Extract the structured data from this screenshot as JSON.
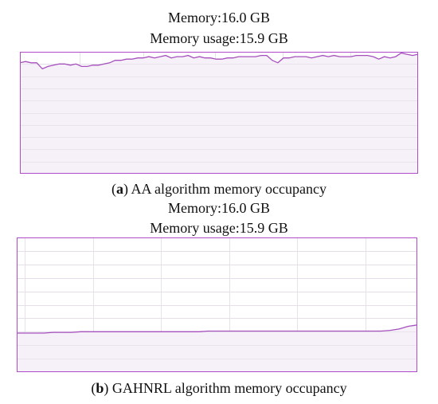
{
  "panels": [
    {
      "memory_text": "Memory:16.0 GB",
      "usage_text": "Memory usage:15.9 GB",
      "caption_label": "a",
      "caption_text": " AA algorithm memory occupancy",
      "frame_color": "#b04cc9",
      "fill_color": "#f6f0f8",
      "line_color": "#a650bd",
      "usage_trace": [
        0.91,
        0.92,
        0.91,
        0.91,
        0.86,
        0.88,
        0.89,
        0.9,
        0.9,
        0.89,
        0.9,
        0.88,
        0.88,
        0.89,
        0.89,
        0.9,
        0.91,
        0.93,
        0.93,
        0.94,
        0.94,
        0.95,
        0.95,
        0.96,
        0.95,
        0.96,
        0.97,
        0.95,
        0.96,
        0.96,
        0.97,
        0.95,
        0.96,
        0.95,
        0.95,
        0.94,
        0.94,
        0.95,
        0.95,
        0.96,
        0.96,
        0.96,
        0.96,
        0.97,
        0.97,
        0.93,
        0.91,
        0.95,
        0.95,
        0.96,
        0.96,
        0.96,
        0.95,
        0.96,
        0.97,
        0.96,
        0.97,
        0.96,
        0.96,
        0.96,
        0.97,
        0.97,
        0.97,
        0.96,
        0.94,
        0.96,
        0.95,
        0.96,
        0.99,
        0.98,
        0.97,
        0.98
      ]
    },
    {
      "memory_text": "Memory:16.0 GB",
      "usage_text": "Memory usage:15.9 GB",
      "caption_label": "b",
      "caption_text": " GAHNRL algorithm memory occupancy",
      "frame_color": "#b04cc9",
      "fill_color": "#f6f0f8",
      "line_color": "#a650bd",
      "usage_trace": [
        0.29,
        0.29,
        0.29,
        0.29,
        0.295,
        0.295,
        0.295,
        0.3,
        0.3,
        0.3,
        0.3,
        0.3,
        0.3,
        0.3,
        0.3,
        0.3,
        0.3,
        0.3,
        0.3,
        0.3,
        0.3,
        0.305,
        0.305,
        0.305,
        0.305,
        0.305,
        0.305,
        0.305,
        0.305,
        0.305,
        0.305,
        0.305,
        0.305,
        0.305,
        0.305,
        0.305,
        0.305,
        0.305,
        0.305,
        0.305,
        0.305,
        0.31,
        0.32,
        0.34,
        0.35
      ]
    }
  ]
}
